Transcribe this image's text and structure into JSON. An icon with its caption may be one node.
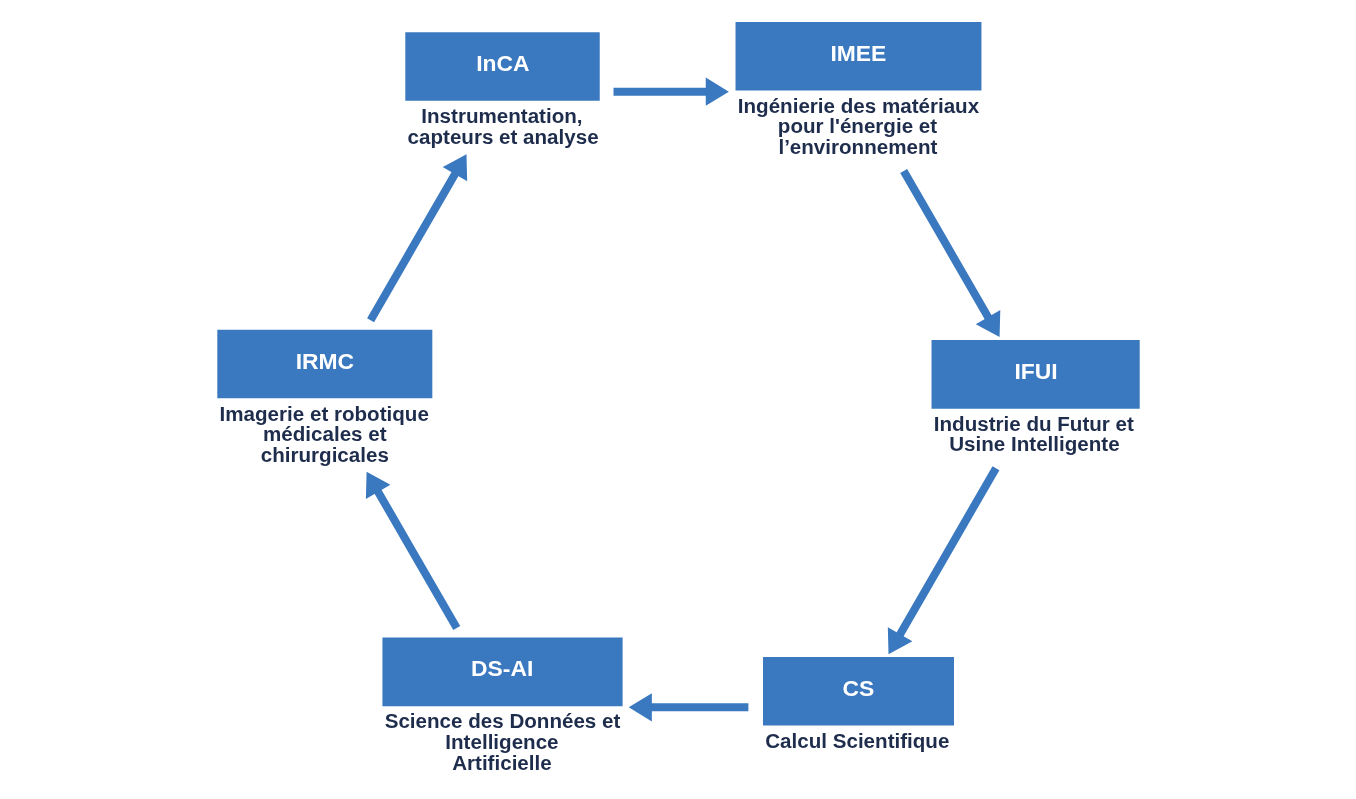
{
  "diagram": {
    "nodes": [
      {
        "text": [
          "CS"
        ],
        "beside": [
          "Calcul Scientifique"
        ]
      },
      {
        "text": [
          "DS-AI"
        ],
        "beside": [
          "Science des Données et Intelligence Artificielle"
        ]
      },
      {
        "text": [
          "IRMC"
        ],
        "beside": [
          "Imagerie et robotique médicales et chirurgicales"
        ]
      },
      {
        "text": [
          "InCA"
        ],
        "beside": [
          "Instrumentation, capteurs et analyse"
        ]
      },
      {
        "text": [
          "IMEE"
        ],
        "beside": [
          "Ingénierie des matériaux pour l'énergie et l’environnement"
        ]
      },
      {
        "text": [
          "IFUI"
        ],
        "beside": [
          "Industrie du Futur et Usine Intelligente"
        ]
      }
    ],
    "edges": [
      {
        "from": 0,
        "to": 1,
        "arrow": "to"
      },
      {
        "from": 1,
        "to": 2,
        "arrow": "to"
      },
      {
        "from": 2,
        "to": 3,
        "arrow": "to"
      },
      {
        "from": 3,
        "to": 4,
        "arrow": "to"
      },
      {
        "from": 4,
        "to": 5,
        "arrow": "to"
      },
      {
        "from": 5,
        "to": 0,
        "arrow": "to"
      }
    ]
  }
}
